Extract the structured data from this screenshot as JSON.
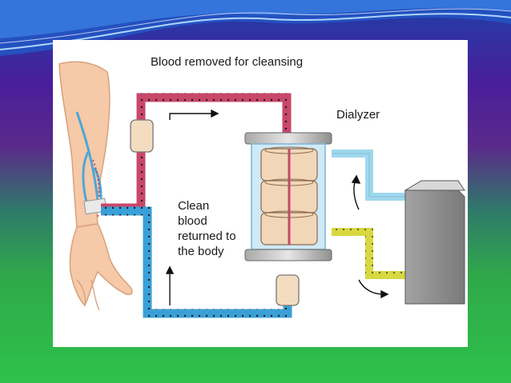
{
  "diagram": {
    "labels": {
      "blood_removed": "Blood removed for cleansing",
      "dialyzer": "Dialyzer",
      "clean_blood": "Clean blood returned to the body"
    },
    "colors": {
      "arterial_line": "#c8476a",
      "venous_line": "#3aa0d8",
      "dialysate_in": "#d8d840",
      "dialysate_out": "#9fd8ee",
      "filter_core": "#f1d7b8",
      "machine": "#9a9a9a",
      "skin": "#f6c9a8"
    },
    "icons": [
      "flow-arrow-icon",
      "arm-illustration",
      "dialysis-machine",
      "drip-chamber"
    ]
  }
}
